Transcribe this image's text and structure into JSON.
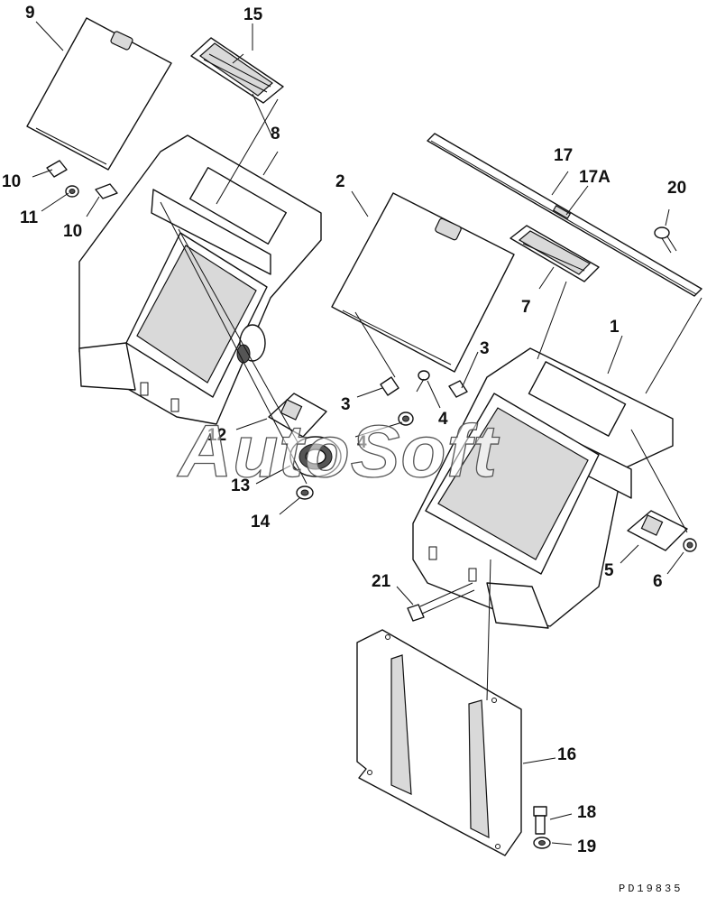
{
  "callouts": {
    "c1": "1",
    "c2": "2",
    "c3a": "3",
    "c3b": "3",
    "c4a": "4",
    "c4b": "4",
    "c5": "5",
    "c6": "6",
    "c7": "7",
    "c8": "8",
    "c9": "9",
    "c10a": "10",
    "c10b": "10",
    "c11": "11",
    "c12": "12",
    "c13": "13",
    "c14": "14",
    "c15": "15",
    "c16": "16",
    "c17": "17",
    "c17a": "17A",
    "c18": "18",
    "c19": "19",
    "c20": "20",
    "c21": "21"
  },
  "watermark": "AutoSoft",
  "drawing_code": "PD19835"
}
